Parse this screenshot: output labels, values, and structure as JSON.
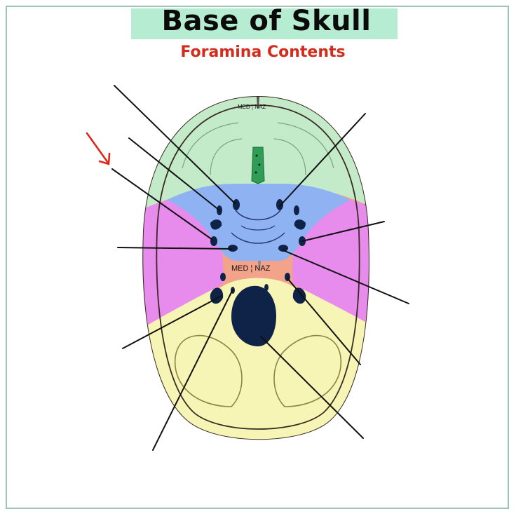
{
  "title": "Base of Skull",
  "subtitle": "Foramina Contents",
  "label_top": "MED ¦ NAZ",
  "label_center": "MED ¦ NAZ",
  "colors": {
    "frame": "#9cc5b5",
    "title_bg": "#b6ecd1",
    "subtitle": "#d32c1c",
    "anterior_fossa": "#c3ebc9",
    "middle_fossa_center": "#8fb2f3",
    "middle_fossa_lateral": "#e78cec",
    "posterior_fossa": "#f7f5b5",
    "skull_rim": "#f2a38a",
    "crista_galli": "#2e9e55",
    "foramen_magnum": "#0f2247",
    "arrow": "#e02418"
  },
  "icons": [
    "arrow-icon"
  ]
}
